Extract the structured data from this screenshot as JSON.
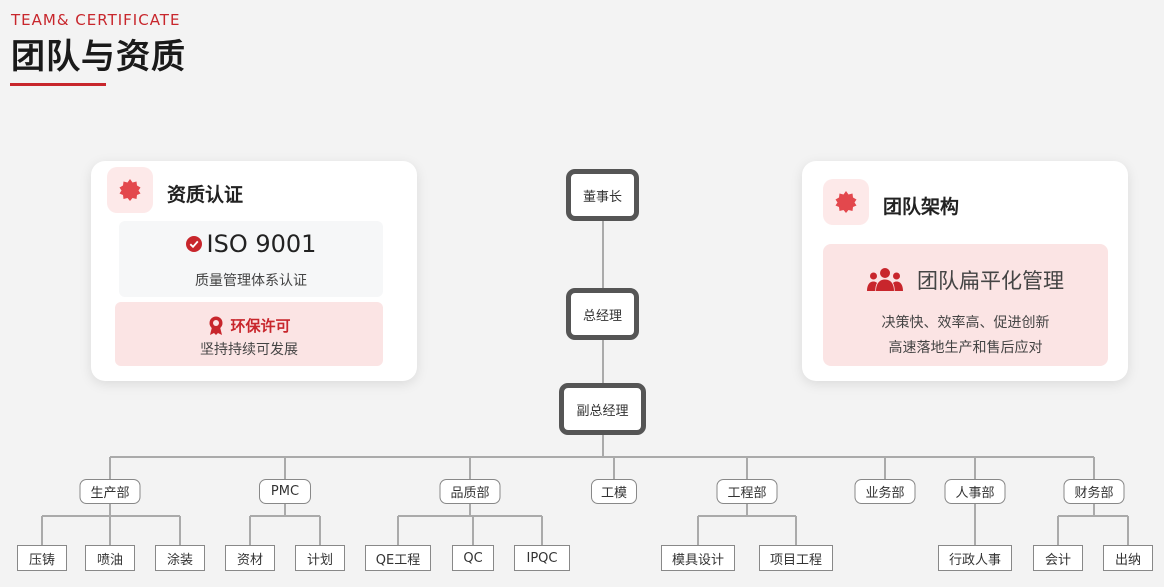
{
  "header": {
    "subtitle": "TEAM& CERTIFICATE",
    "title": "团队与资质"
  },
  "qualification_card": {
    "title": "资质认证",
    "icon": "badge-icon",
    "iso": {
      "title": "ISO 9001",
      "desc": "质量管理体系认证",
      "icon": "check-circle-icon"
    },
    "env": {
      "title": "环保许可",
      "desc": "坚持持续可发展",
      "icon": "award-ribbon-icon"
    }
  },
  "team_card": {
    "title": "团队架构",
    "icon": "badge-icon",
    "highlight": {
      "title": "团队扁平化管理",
      "icon": "users-icon",
      "line1": "决策快、效率高、促进创新",
      "line2": "高速落地生产和售后应对"
    }
  },
  "org_chart": {
    "chairman": "董事长",
    "gm": "总经理",
    "deputy_gm": "副总经理",
    "departments": [
      {
        "name": "生产部",
        "children": [
          "压铸",
          "喷油",
          "涂装"
        ]
      },
      {
        "name": "PMC",
        "children": [
          "资材",
          "计划"
        ]
      },
      {
        "name": "品质部",
        "children": [
          "QE工程",
          "QC",
          "IPQC"
        ]
      },
      {
        "name": "工模",
        "children": []
      },
      {
        "name": "工程部",
        "children": [
          "模具设计",
          "项目工程"
        ]
      },
      {
        "name": "业务部",
        "children": []
      },
      {
        "name": "人事部",
        "children": [
          "行政人事"
        ]
      },
      {
        "name": "财务部",
        "children": [
          "会计",
          "出纳"
        ]
      }
    ]
  },
  "colors": {
    "accent": "#c8262c",
    "icon_red": "#e3484d",
    "soft_pink": "#fde9e9",
    "line_gray": "#aaaaaa",
    "box_border": "#555555"
  }
}
